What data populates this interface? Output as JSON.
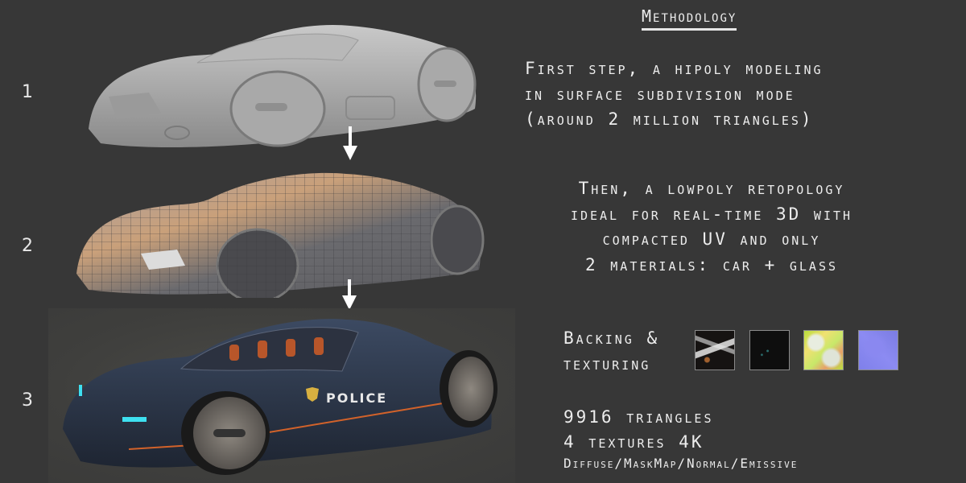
{
  "title": "Methodology",
  "steps": [
    {
      "number": "1",
      "render": "hipoly-grey-sculpt"
    },
    {
      "number": "2",
      "render": "lowpoly-wireframe-retopology"
    },
    {
      "number": "3",
      "render": "textured-police-car"
    }
  ],
  "step1_text": [
    "First step, a hipoly modeling",
    "in surface subdivision mode",
    "(around 2 million triangles)"
  ],
  "step2_text": [
    "Then, a lowpoly retopology",
    "ideal for real-time 3D with",
    "compacted UV and only",
    "2 materials: car + glass"
  ],
  "step3": {
    "label_line1": "Backing &",
    "label_line2": "texturing",
    "textures": [
      {
        "name": "diffuse-map-thumbnail",
        "color": "#161312"
      },
      {
        "name": "emissive-map-thumbnail",
        "color": "#0e0e0e"
      },
      {
        "name": "maskmap-thumbnail",
        "color": "#c8e86a"
      },
      {
        "name": "normal-map-thumbnail",
        "color": "#8485ec"
      }
    ]
  },
  "stats": {
    "triangles": "9916 triangles",
    "textures": "4 textures 4K",
    "texture_types": "Diffuse/MaskMap/Normal/Emissive"
  },
  "car_decal": "POLICE",
  "colors": {
    "background": "#373737",
    "text": "#ededed",
    "car_body": "#2a3344",
    "accent_orange": "#d2622a",
    "accent_cyan": "#3ee0f0"
  }
}
